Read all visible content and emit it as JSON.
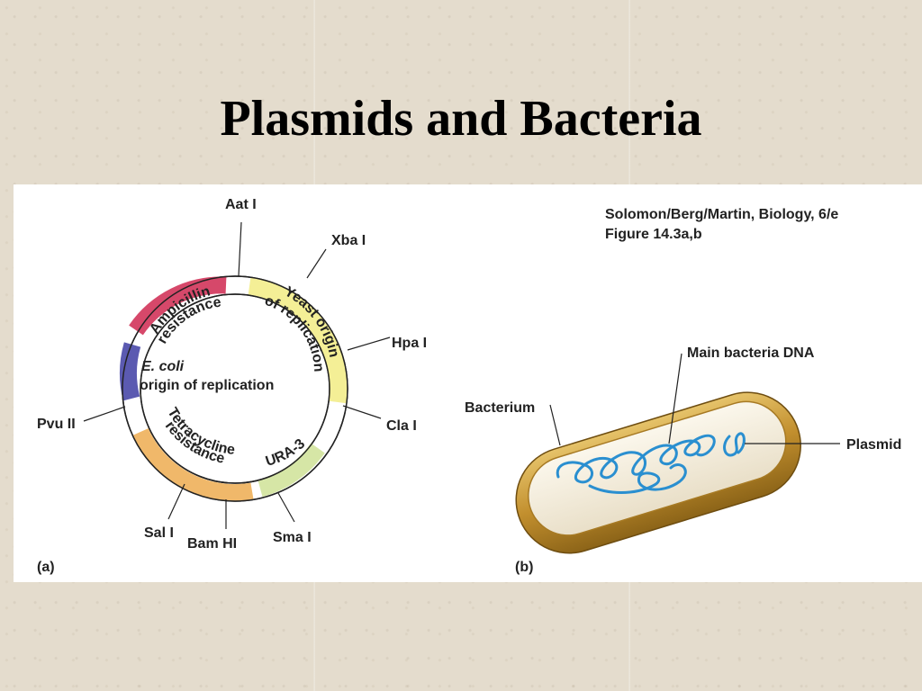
{
  "title": "Plasmids and Bacteria",
  "credit_line1": "Solomon/Berg/Martin, Biology, 6/e",
  "credit_line2": "Figure 14.3a,b",
  "panel_a": {
    "label": "(a)",
    "sites": [
      "Aat I",
      "Xba I",
      "Hpa I",
      "Cla I",
      "Sma I",
      "Bam HI",
      "Sal I",
      "Pvu II"
    ],
    "regions": {
      "ampicillin_1": "Ampicillin",
      "ampicillin_2": "resistance",
      "yeast_1": "Yeast origin",
      "yeast_2": "of replication",
      "ecoli_1": "E. coli",
      "ecoli_2": "origin of replication",
      "tetra_1": "Tetracycline",
      "tetra_2": "resistance",
      "ura": "URA-3"
    },
    "colors": {
      "ampicillin": "#d6486a",
      "yeast": "#f4ef96",
      "ecoli": "#5b5ab1",
      "tetracycline": "#f0b86a",
      "ura": "#d6e6a6"
    }
  },
  "panel_b": {
    "label": "(b)",
    "main_dna": "Main bacteria DNA",
    "bacterium": "Bacterium",
    "plasmid": "Plasmid",
    "colors": {
      "wall": "#c99a3a",
      "dna": "#2a8fd0"
    }
  }
}
